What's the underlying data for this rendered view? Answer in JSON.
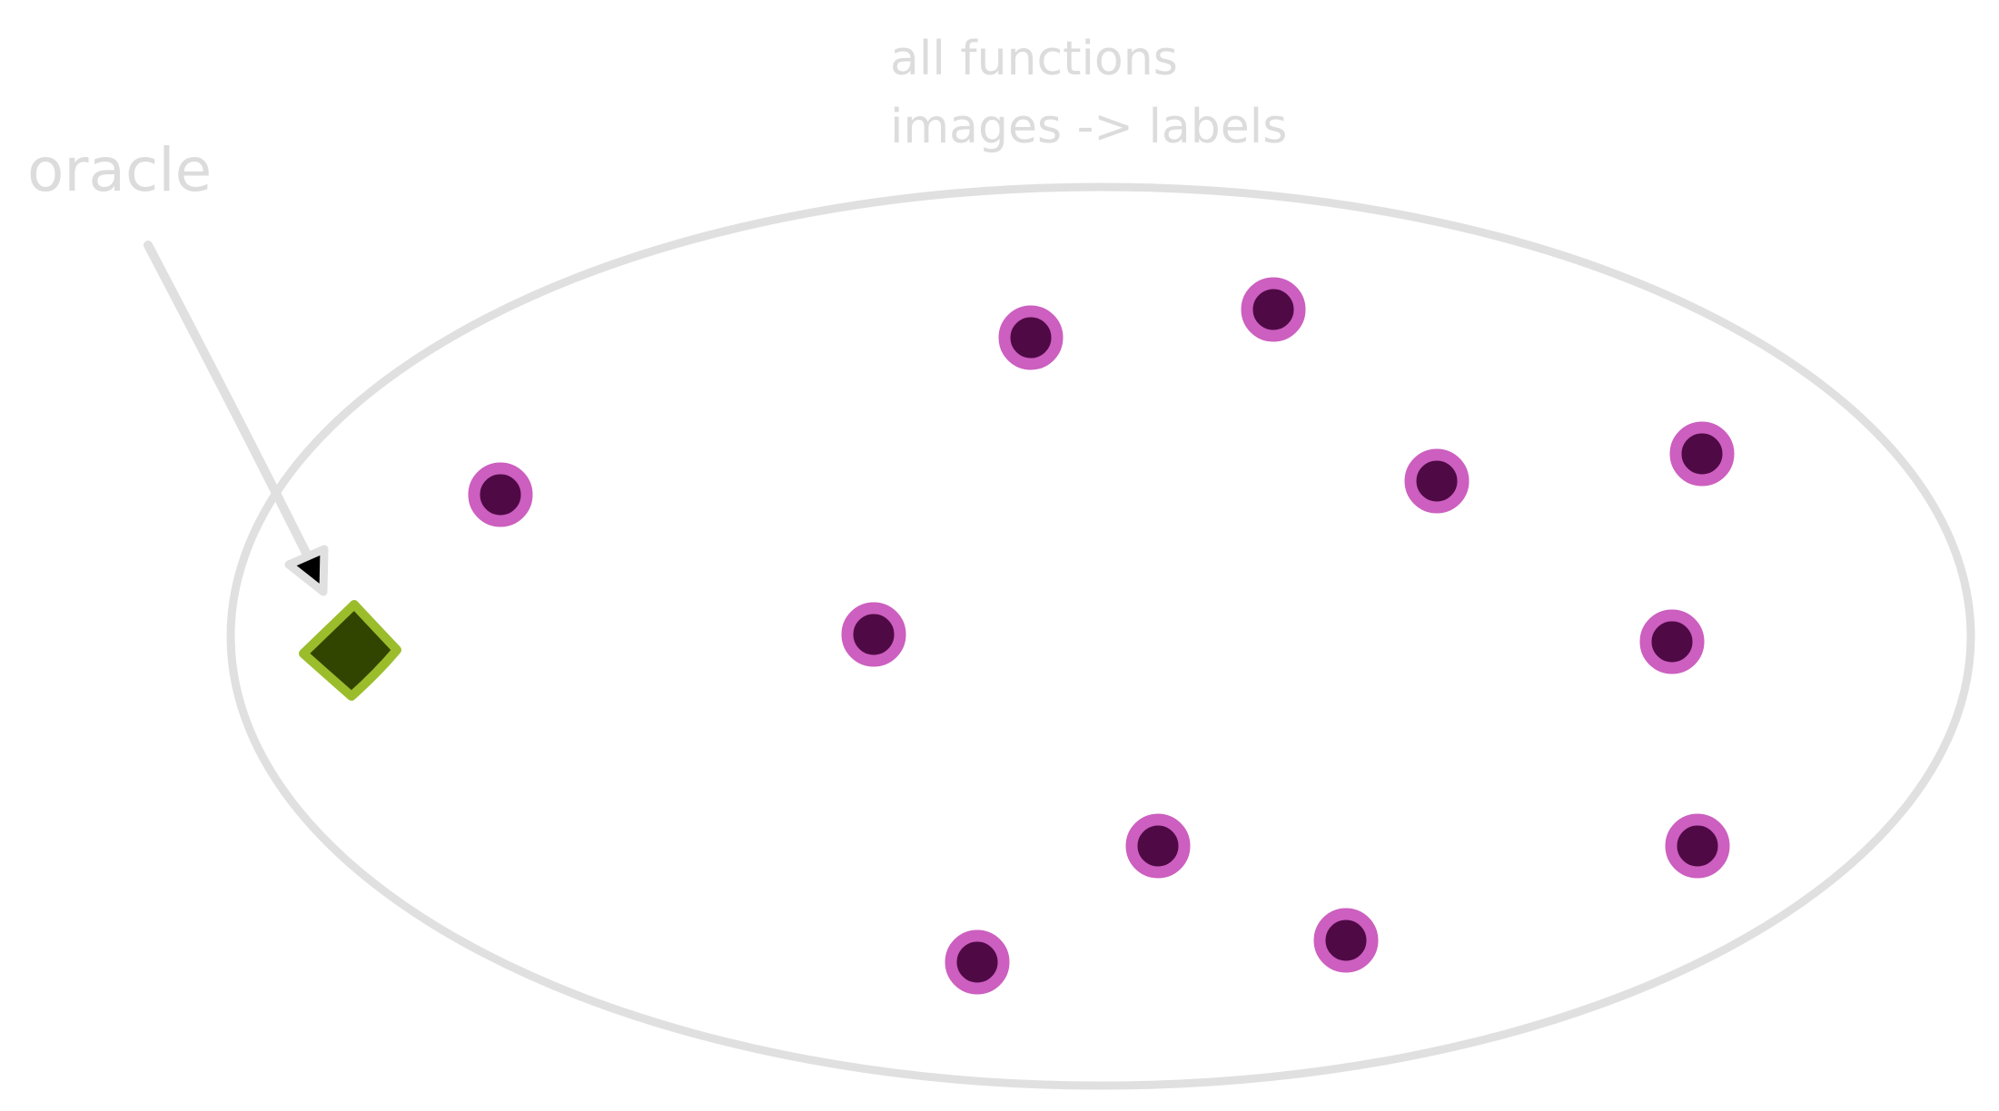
{
  "labels": {
    "set_line1": "all functions",
    "set_line2": "images -> labels",
    "oracle": "oracle"
  },
  "colors": {
    "outline_gray": "#e0e0e0",
    "text_gray": "#dcdcdc",
    "point_fill": "#4f0a45",
    "point_ring": "#cc5fbf",
    "oracle_fill": "#324500",
    "oracle_ring": "#9bbd2c",
    "arrowhead_fill": "#000000"
  },
  "shapes": {
    "function_points": 11,
    "oracle_marker": "diamond"
  }
}
